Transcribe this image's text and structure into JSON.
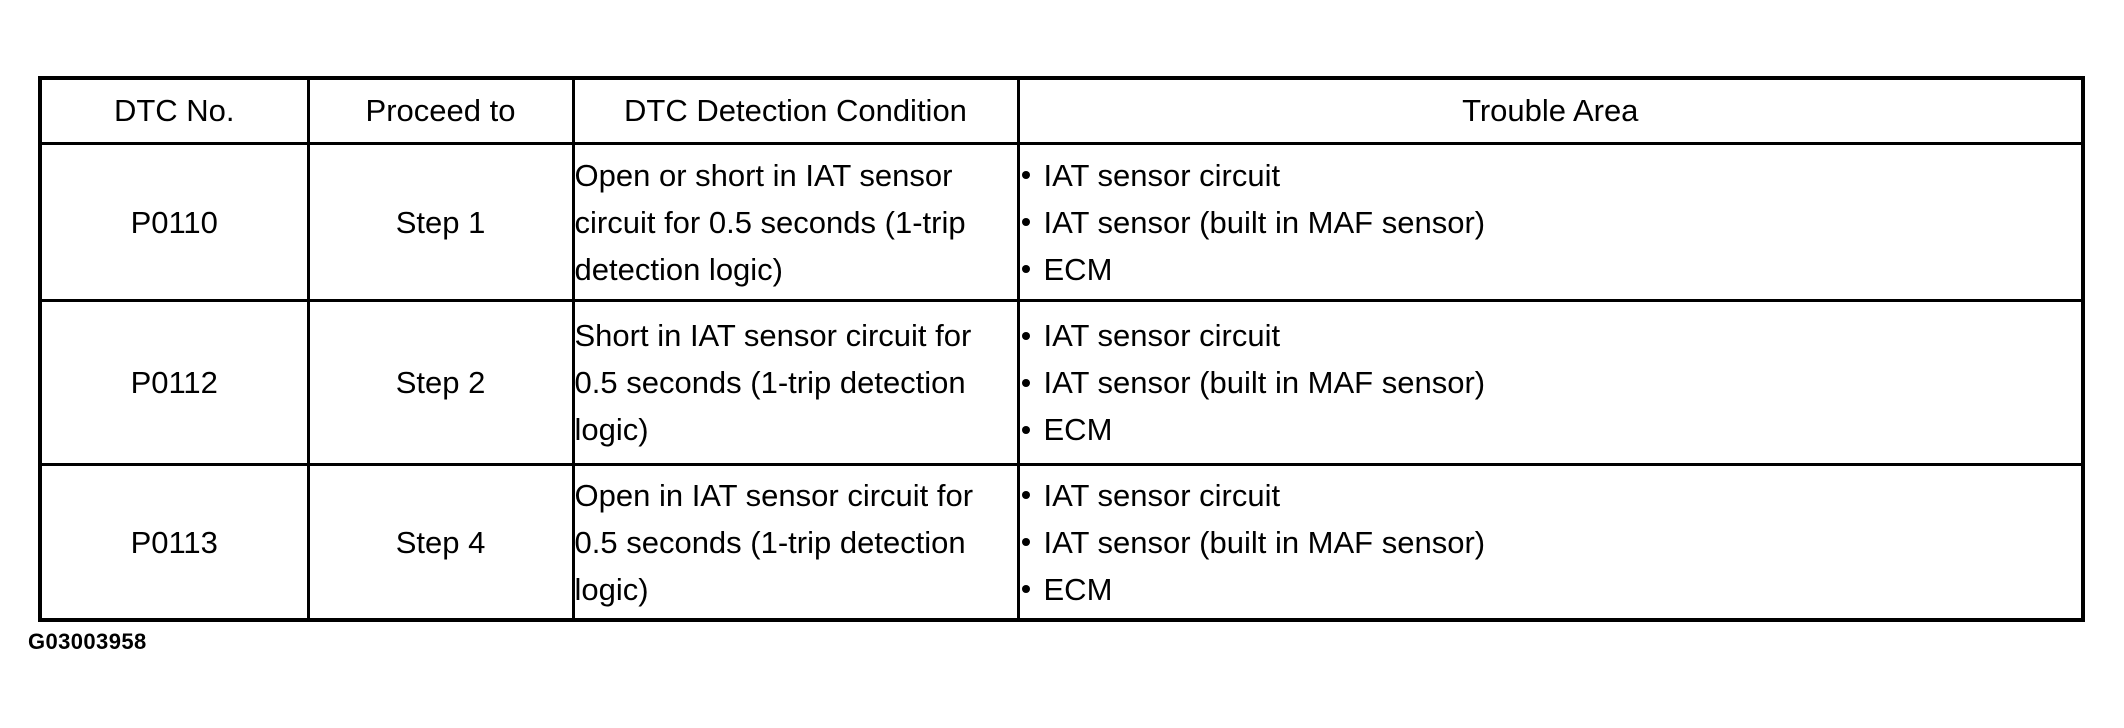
{
  "document": {
    "figure_id": "G03003958"
  },
  "table": {
    "columns": [
      {
        "key": "dtc_no",
        "label": "DTC No."
      },
      {
        "key": "proceed_to",
        "label": "Proceed to"
      },
      {
        "key": "detection_condition",
        "label": "DTC Detection Condition"
      },
      {
        "key": "trouble_area",
        "label": "Trouble Area"
      }
    ],
    "rows": [
      {
        "dtc_no": "P0110",
        "proceed_to": "Step 1",
        "detection_condition": "Open or short in IAT sensor circuit for 0.5 seconds (1-trip detection logic)",
        "trouble_area": [
          "IAT sensor circuit",
          "IAT sensor (built in MAF sensor)",
          "ECM"
        ]
      },
      {
        "dtc_no": "P0112",
        "proceed_to": "Step 2",
        "detection_condition": "Short in IAT sensor circuit for 0.5 seconds (1-trip detection logic)",
        "trouble_area": [
          "IAT sensor circuit",
          "IAT sensor (built in MAF sensor)",
          "ECM"
        ]
      },
      {
        "dtc_no": "P0113",
        "proceed_to": "Step 4",
        "detection_condition": "Open in IAT sensor circuit for 0.5 seconds (1-trip detection logic)",
        "trouble_area": [
          "IAT sensor circuit",
          "IAT sensor (built in MAF sensor)",
          "ECM"
        ]
      }
    ]
  },
  "colors": {
    "background": "#ffffff",
    "text": "#000000",
    "border": "#000000"
  }
}
